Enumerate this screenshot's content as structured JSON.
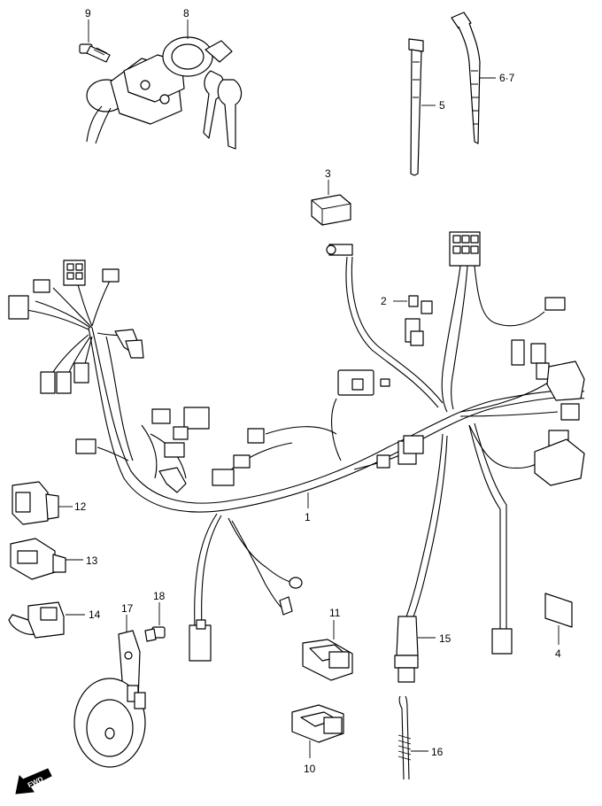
{
  "callouts": {
    "p1": "1",
    "p2": "2",
    "p3": "3",
    "p4": "4",
    "p5": "5",
    "p67": "6·7",
    "p8": "8",
    "p9": "9",
    "p10": "10",
    "p11": "11",
    "p12": "12",
    "p13": "13",
    "p14": "14",
    "p15": "15",
    "p16": "16",
    "p17": "17",
    "p18": "18"
  },
  "fwd_label": "FWD"
}
